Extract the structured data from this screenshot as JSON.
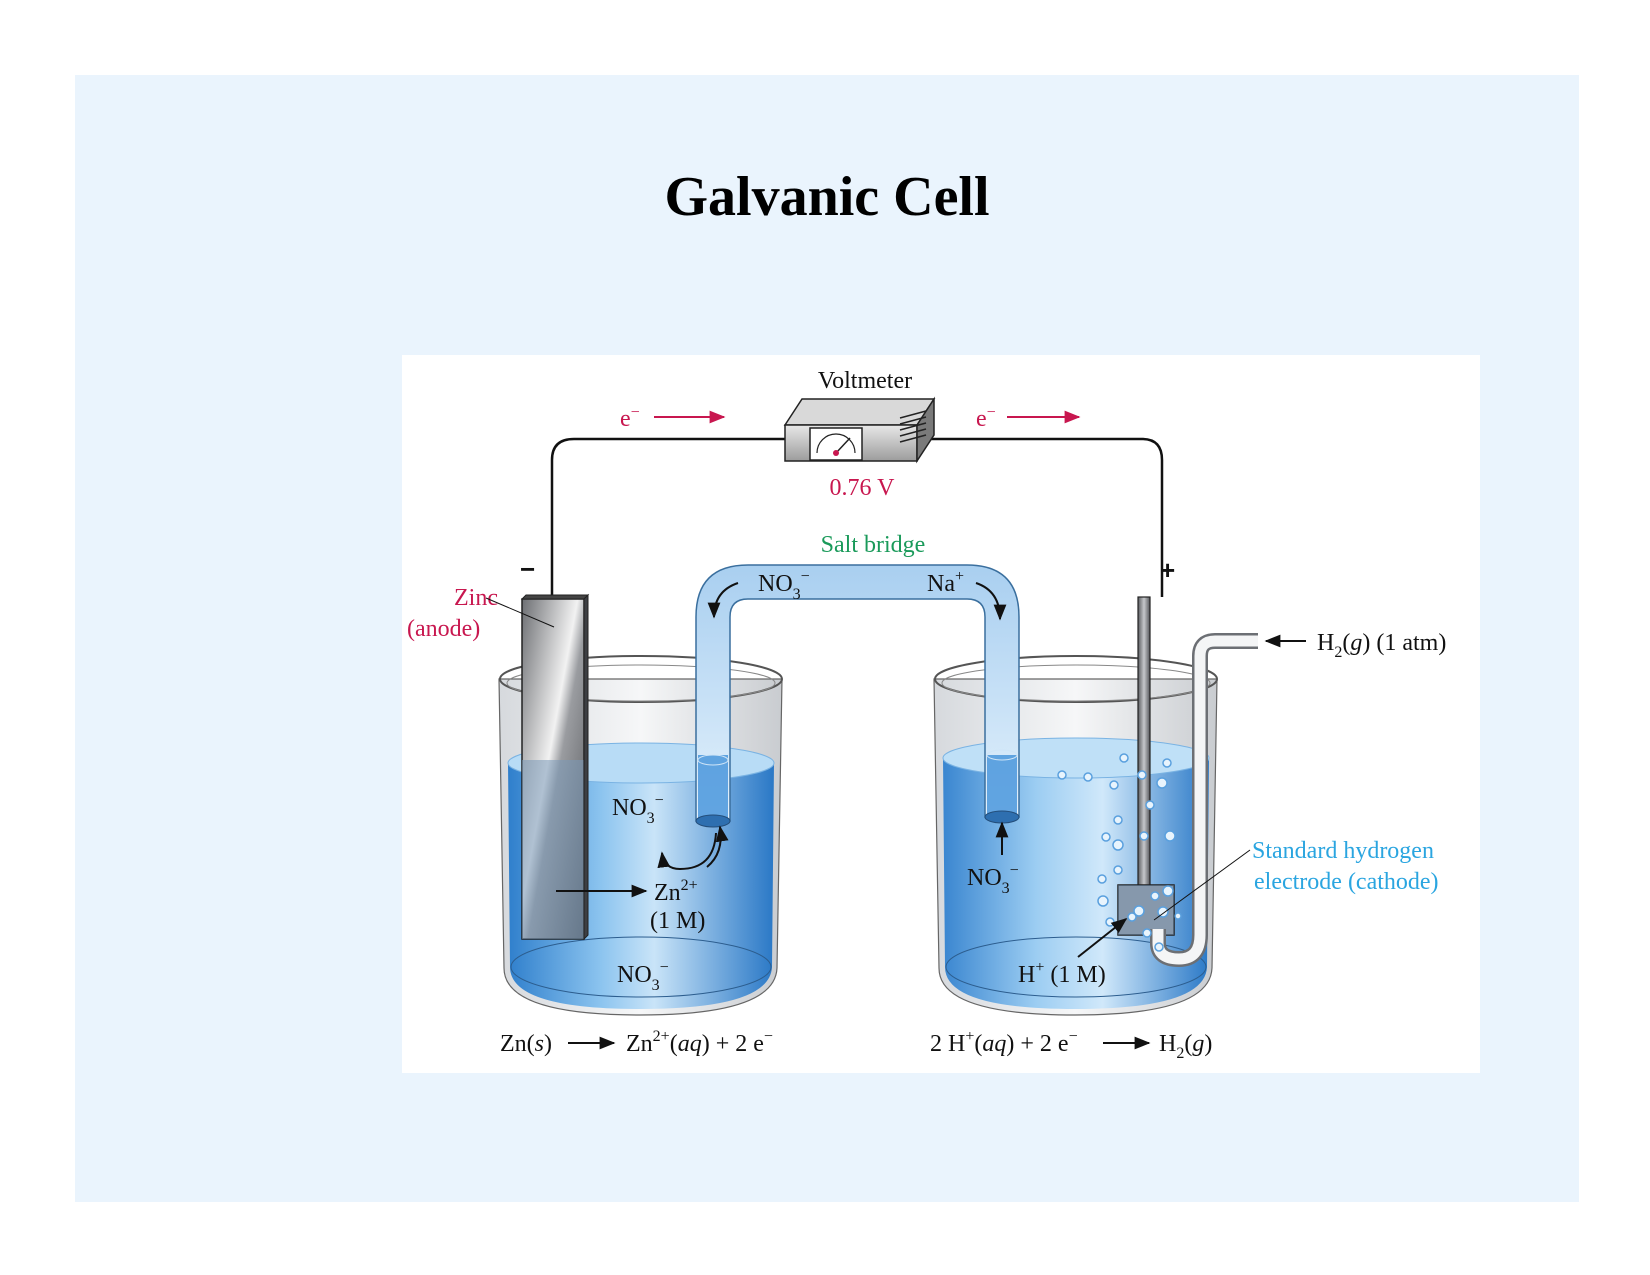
{
  "slide": {
    "title": "Galvanic Cell"
  },
  "diagram": {
    "voltmeter": {
      "label": "Voltmeter",
      "reading": "0.76 V"
    },
    "electron_flow": {
      "left_label": "e",
      "right_label": "e",
      "charge": "−"
    },
    "salt_bridge": {
      "label": "Salt bridge",
      "left_ion": {
        "base": "NO",
        "sub": "3",
        "sup": "−"
      },
      "right_ion": {
        "base": "Na",
        "sup": "+"
      }
    },
    "anode": {
      "sign": "−",
      "label_line1": "Zinc",
      "label_line2": "(anode)",
      "ion_top": {
        "base": "NO",
        "sub": "3",
        "sup": "−"
      },
      "zn_ion": {
        "base": "Zn",
        "sup": "2+"
      },
      "concentration": "(1 M)",
      "ion_bottom": {
        "base": "NO",
        "sub": "3",
        "sup": "−"
      },
      "half_reaction": {
        "reactant": "Zn(",
        "reactant_state": "s",
        "reactant_close": ")",
        "product": "Zn",
        "product_sup": "2+",
        "product_open": "(",
        "product_state": "aq",
        "product_rest": ") + 2 e",
        "electron_sup": "−"
      }
    },
    "cathode": {
      "sign": "+",
      "gas_label": {
        "base": "H",
        "sub": "2",
        "open": "(",
        "state": "g",
        "rest": ") (1 atm)"
      },
      "electrode_label_line1": "Standard hydrogen",
      "electrode_label_line2": "electrode (cathode)",
      "ion_bridge": {
        "base": "NO",
        "sub": "3",
        "sup": "−"
      },
      "h_ion": {
        "base": "H",
        "sup": "+",
        "rest": " (1 M)"
      },
      "half_reaction": {
        "reactant": "2 H",
        "reactant_sup": "+",
        "reactant_open": "(",
        "reactant_state": "aq",
        "reactant_rest": ") + 2 e",
        "electron_sup": "−",
        "product": "H",
        "product_sub": "2",
        "product_open": "(",
        "product_state": "g",
        "product_close": ")"
      }
    },
    "colors": {
      "slide_background": "#eaf4fd",
      "electron_red": "#c8174f",
      "salt_bridge_green": "#1a9a5a",
      "cathode_label_blue": "#2aa5e0",
      "solution_blue": "#3d8fd6"
    }
  }
}
